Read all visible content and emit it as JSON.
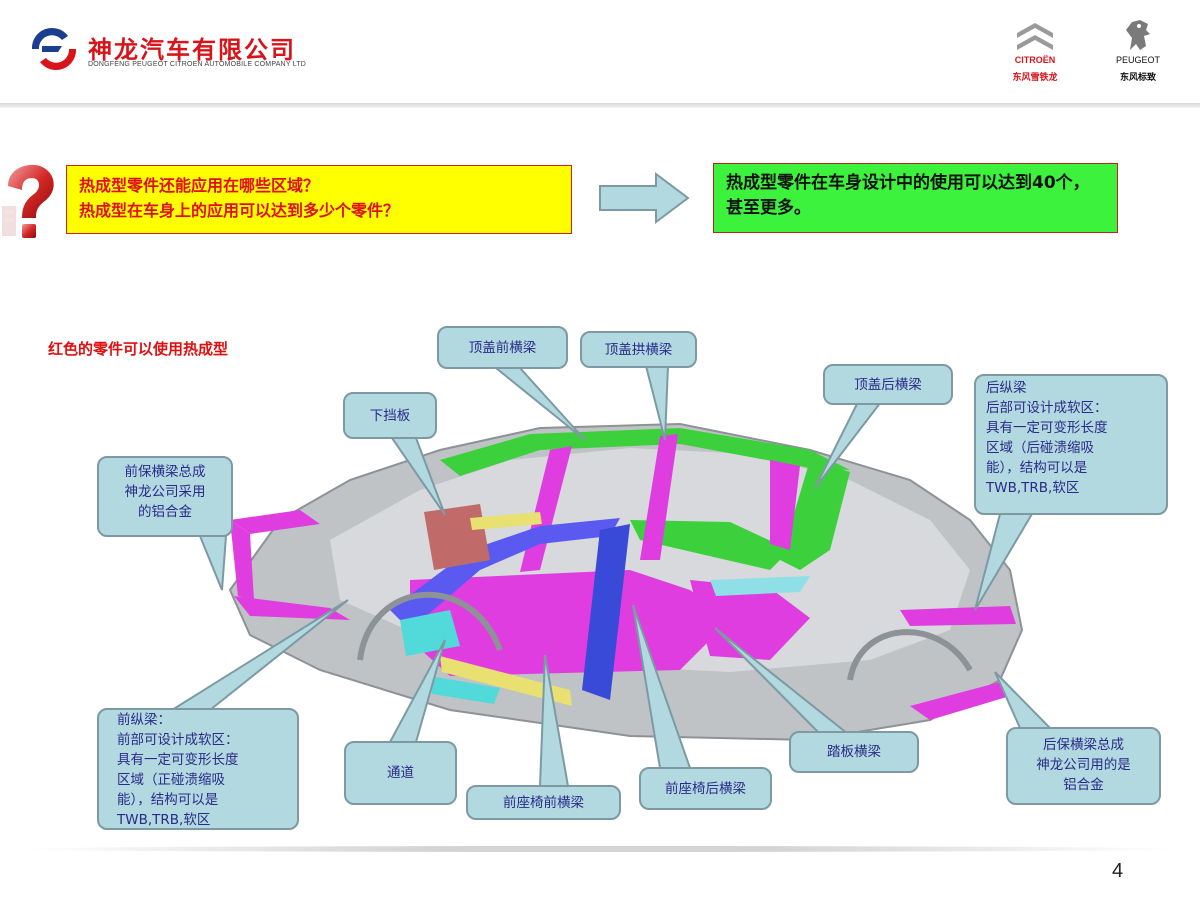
{
  "header": {
    "company_name": "神龙汽车有限公司",
    "company_name_en": "DONGFENG PEUGEOT CITROEN AUTOMOBILE COMPANY LTD",
    "brands": [
      {
        "name": "CITROËN",
        "name_cn": "东风雪铁龙",
        "color": "#d8141a"
      },
      {
        "name": "PEUGEOT",
        "name_cn": "东风标致",
        "color": "#111111"
      }
    ]
  },
  "questions": {
    "left_lines": [
      "热成型零件还能应用在哪些区域？",
      "热成型在车身上的应用可以达到多少个零件？"
    ],
    "right_text": "热成型零件在车身设计中的使用可以达到40个，甚至更多。"
  },
  "diagram": {
    "title": "红色的零件可以使用热成型",
    "callouts": {
      "roof_front": "顶盖前横梁",
      "roof_arch": "顶盖拱横梁",
      "roof_rear": "顶盖后横梁",
      "dash_lower": "下挡板",
      "front_bumper": "前保横梁总成\n神龙公司采用\n的铝合金",
      "rear_rail": "后纵梁\n后部可设计成软区：\n具有一定可变形长度\n区域（后碰溃缩吸\n能），结构可以是\nTWB,TRB,软区",
      "front_rail": "前纵梁：\n前部可设计成软区：\n具有一定可变形长度\n区域（正碰溃缩吸\n能），结构可以是\nTWB,TRB,软区",
      "tunnel": "通道",
      "front_seat_front": "前座椅前横梁",
      "front_seat_rear": "前座椅后横梁",
      "pedal": "踏板横梁",
      "rear_bumper": "后保横梁总成\n神龙公司用的是\n铝合金"
    }
  },
  "page_number": "4"
}
